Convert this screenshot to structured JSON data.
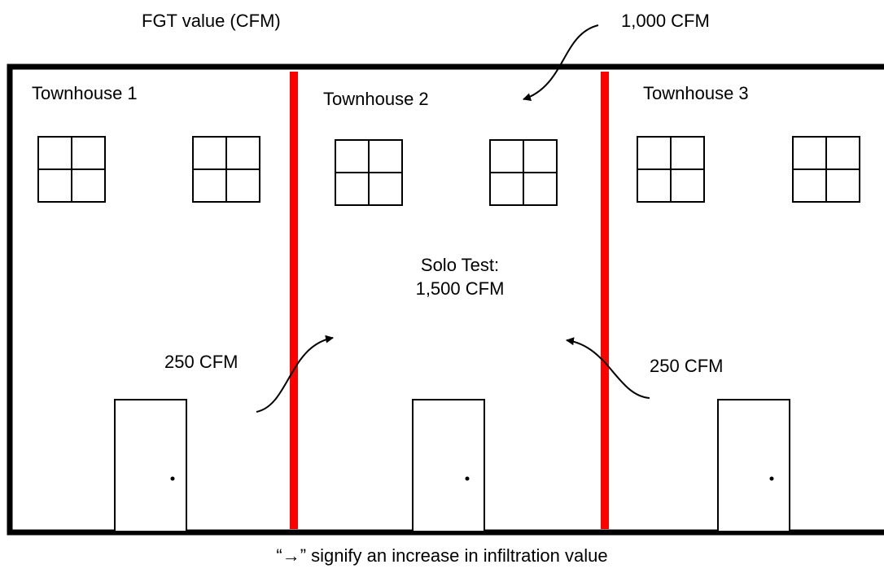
{
  "diagram": {
    "heading": "FGT value (CFM)",
    "top_flow": "1,000 CFM",
    "units": [
      {
        "label": "Townhouse 1"
      },
      {
        "label": "Townhouse 2"
      },
      {
        "label": "Townhouse 3"
      }
    ],
    "solo_test": {
      "line1": "Solo Test:",
      "line2": "1,500 CFM"
    },
    "left_flow": "250 CFM",
    "right_flow": "250 CFM",
    "caption": "“→” signify an increase in infiltration value",
    "colors": {
      "outline": "#000000",
      "party_wall": "#ff0000",
      "background": "#ffffff"
    }
  }
}
